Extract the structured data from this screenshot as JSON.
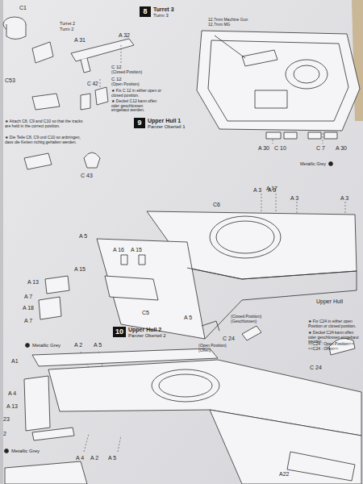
{
  "diagram": {
    "nodes": [
      {
        "text": [
          "8",
          "Turret 3",
          "Turm 3"
        ]
      },
      {
        "text": [
          "9",
          "Upper Hull 1",
          "Panzer Oberteil 1"
        ]
      },
      {
        "text": [
          "10",
          "Upper Hull 2",
          "Panzer Oberteil 2"
        ]
      }
    ],
    "labels": [
      "C1",
      "C53",
      "Turret 2",
      "Turm 2",
      "A 31",
      "A 32",
      "C 12",
      "(Closed Position)",
      "C 12",
      "(Open Position)",
      "C 42",
      "★ Fix C 12 in either open or closed position.",
      "★ Deckel C12 kann offen oder geschlossen eingebaut werden.",
      "C 43",
      "★ Attach C8, C9 and C10 so that the tracks are held in the correct position.",
      "★ Die Teile C8, C9 und C10 so anbringen, dass die Ketten richtig gehalten werden.",
      "12.7mm Machine Gun",
      "12,7mm MG",
      "A 30",
      "C 10",
      "C 7",
      "A 30",
      "Metallic Grey",
      "A 17",
      "C6",
      "A 3",
      "A 3",
      "A 3",
      "A 3",
      "A 5",
      "A 16",
      "A 15",
      "A 15",
      "A 13",
      "A 7",
      "A 18",
      "A 7",
      "C5",
      "A 5",
      "Upper Hull",
      "Metallic Grey",
      "A 2",
      "A 5",
      "(Closed Position)",
      "(Geschlossen)",
      "C 24",
      "(Open Position)",
      "(Offen)",
      "★ Fix C24 in either open Position or closed position.",
      "★ Deckel C24 kann offen oder geschlossen eingebaut werden.",
      "<<C24 : Open Position>>",
      "<<C24 : Offen>>",
      "C 24",
      "A1",
      "A 4",
      "A 13",
      "23",
      "2",
      "Metallic Grey",
      "A 4",
      "A 2",
      "A 5",
      "A22"
    ]
  }
}
